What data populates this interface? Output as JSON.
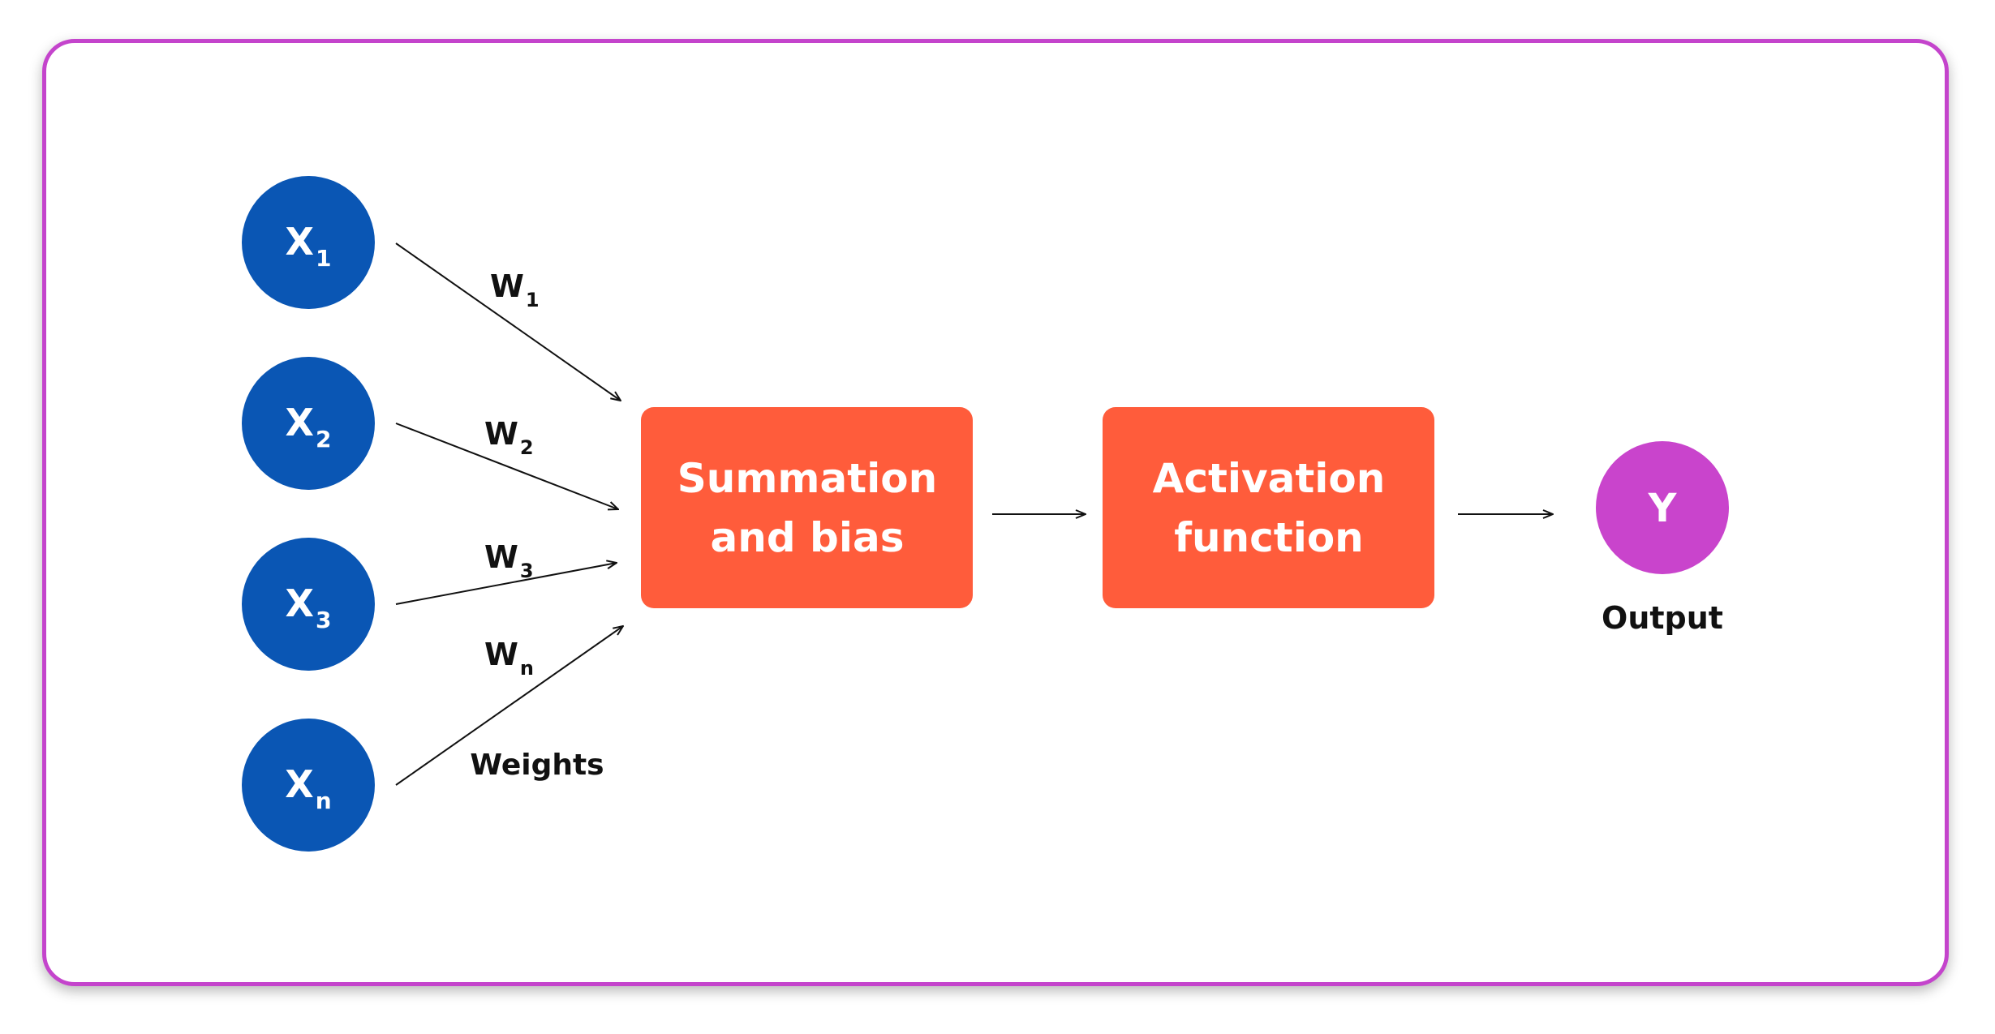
{
  "inputs": [
    {
      "base": "X",
      "sub": "1"
    },
    {
      "base": "X",
      "sub": "2"
    },
    {
      "base": "X",
      "sub": "3"
    },
    {
      "base": "X",
      "sub": "n"
    }
  ],
  "weights": [
    {
      "base": "W",
      "sub": "1"
    },
    {
      "base": "W",
      "sub": "2"
    },
    {
      "base": "W",
      "sub": "3"
    },
    {
      "base": "W",
      "sub": "n"
    }
  ],
  "weights_caption": "Weights",
  "summation_box": {
    "line1": "Summation",
    "line2": "and bias"
  },
  "activation_box": {
    "line1": "Activation",
    "line2": "function"
  },
  "output": {
    "symbol": "Y",
    "caption": "Output"
  },
  "colors": {
    "frame": "#c444cc",
    "input_node": "#0a56b4",
    "process_box": "#ff5c3b",
    "output_node": "#c944cc",
    "text_light": "#ffffff",
    "text_dark": "#111111",
    "arrow": "#111111"
  }
}
